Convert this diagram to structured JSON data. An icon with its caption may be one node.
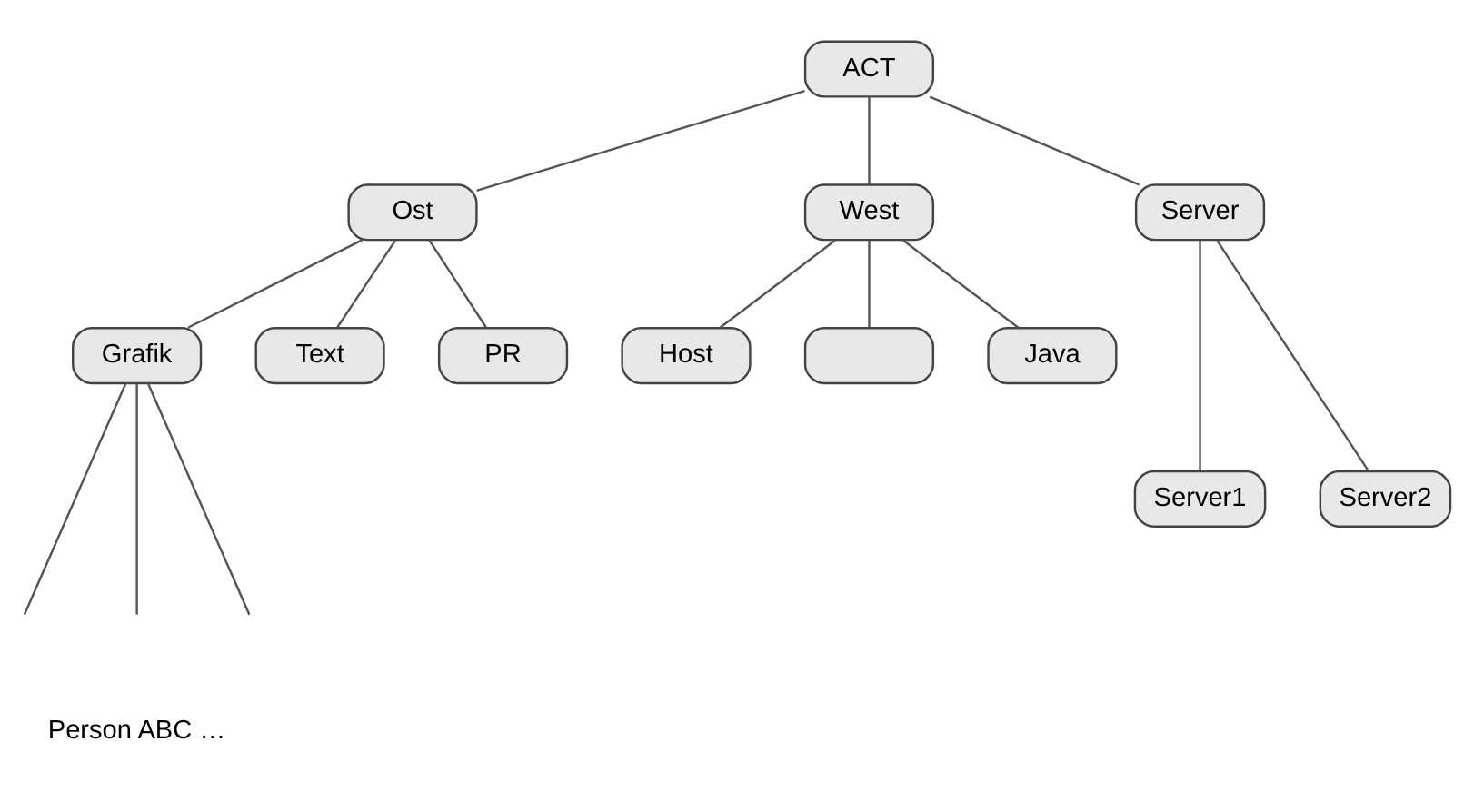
{
  "diagram": {
    "nodes": [
      {
        "text": [
          "ACT"
        ]
      },
      {
        "text": [
          "Ost"
        ]
      },
      {
        "text": [
          "West"
        ]
      },
      {
        "text": [
          "Server"
        ]
      },
      {
        "text": [
          "Grafik"
        ]
      },
      {
        "text": [
          "Text"
        ]
      },
      {
        "text": [
          "PR"
        ]
      },
      {
        "text": [
          "Host"
        ]
      },
      {
        "text": [],
        "shape": "box"
      },
      {
        "text": [
          "Java"
        ]
      },
      {
        "text": [
          "Server1"
        ]
      },
      {
        "text": [
          "Server2"
        ]
      }
    ],
    "edges": [
      {
        "from": 0,
        "to": 1,
        "arrow": "none"
      },
      {
        "from": 0,
        "to": 2,
        "arrow": "none"
      },
      {
        "from": 0,
        "to": 3,
        "arrow": "none"
      },
      {
        "from": 1,
        "to": 4,
        "arrow": "none"
      },
      {
        "from": 1,
        "to": 5,
        "arrow": "none"
      },
      {
        "from": 1,
        "to": 6,
        "arrow": "none"
      },
      {
        "from": 2,
        "to": 7,
        "arrow": "none"
      },
      {
        "from": 2,
        "to": 8,
        "arrow": "none"
      },
      {
        "from": 2,
        "to": 9,
        "arrow": "none"
      },
      {
        "from": 3,
        "to": 10,
        "arrow": "none"
      },
      {
        "from": 3,
        "to": 11,
        "arrow": "none"
      },
      {
        "from": 4,
        "to": null,
        "arrow": "none"
      },
      {
        "from": 4,
        "to": null,
        "arrow": "none"
      },
      {
        "from": 4,
        "to": null,
        "arrow": "none"
      }
    ],
    "labels": [
      "Person ABC …"
    ]
  }
}
